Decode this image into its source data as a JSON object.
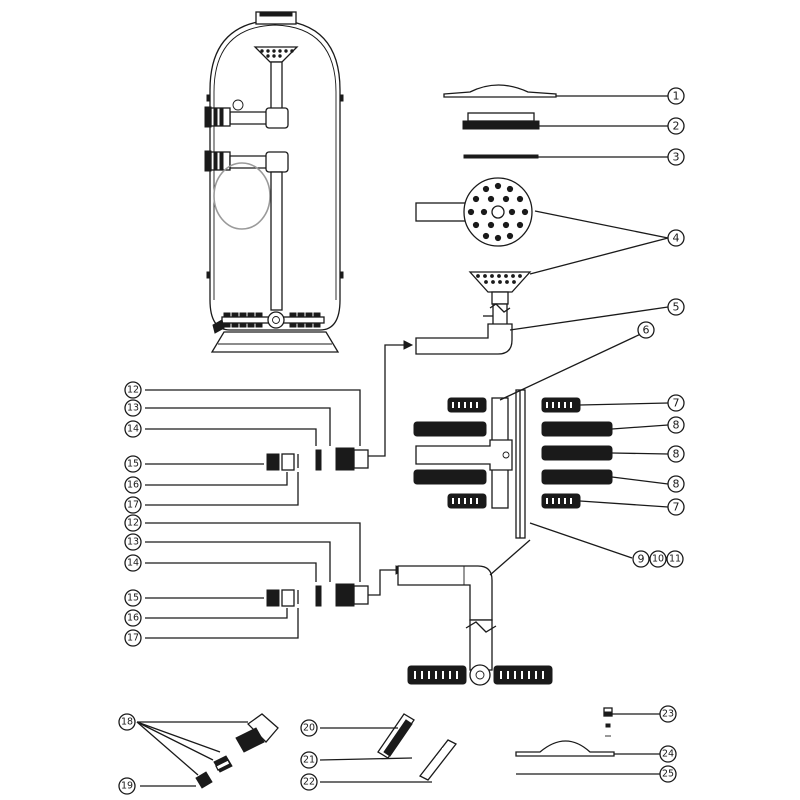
{
  "callouts": {
    "c1": "1",
    "c2": "2",
    "c3": "3",
    "c4": "4",
    "c5": "5",
    "c6": "6",
    "c7a": "7",
    "c7b": "7",
    "c8a": "8",
    "c8b": "8",
    "c8c": "8",
    "c9": "9",
    "c10": "10",
    "c11": "11",
    "c12a": "12",
    "c13a": "13",
    "c14a": "14",
    "c15a": "15",
    "c16a": "16",
    "c17a": "17",
    "c12b": "12",
    "c13b": "13",
    "c14b": "14",
    "c15b": "15",
    "c16b": "16",
    "c17b": "17",
    "c18": "18",
    "c19": "19",
    "c20": "20",
    "c21": "21",
    "c22": "22",
    "c23": "23",
    "c24": "24",
    "c25": "25"
  },
  "colors": {
    "line": "#1a1a1a",
    "fill": "#ffffff",
    "grey": "#9a9a9a"
  }
}
